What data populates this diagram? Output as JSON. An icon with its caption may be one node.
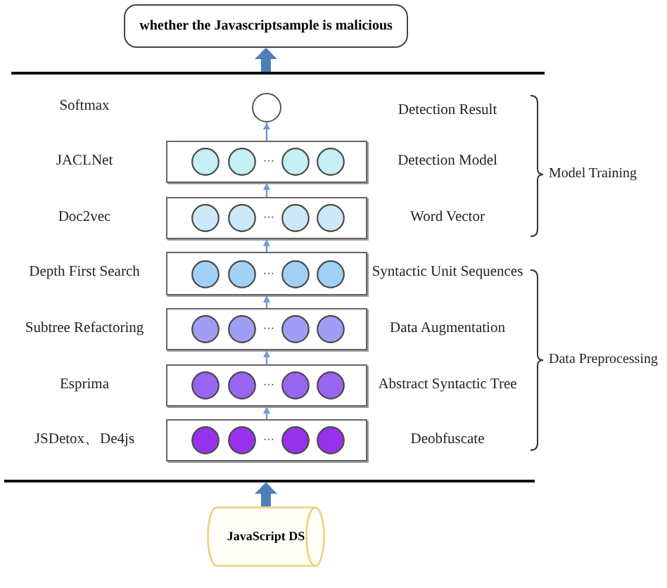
{
  "diagram": {
    "nodes": [
      {
        "text": [
          "whether the Javascriptsample is malicious"
        ]
      },
      {
        "text": [],
        "shape": "bar"
      },
      {
        "text": [],
        "shape": "circle"
      },
      {
        "text": [
          "···"
        ],
        "beside": [
          "JACLNet",
          "Detection Model"
        ]
      },
      {
        "text": [
          "···"
        ],
        "beside": [
          "Doc2vec",
          "Word Vector"
        ]
      },
      {
        "text": [
          "···"
        ],
        "beside": [
          "Depth First Search",
          "Syntactic Unit Sequences"
        ]
      },
      {
        "text": [
          "···"
        ],
        "beside": [
          "Subtree Refactoring",
          "Data Augmentation"
        ]
      },
      {
        "text": [
          "···"
        ],
        "beside": [
          "Esprima",
          "Abstract Syntactic Tree"
        ]
      },
      {
        "text": [
          "···"
        ],
        "beside": [
          "JSDetox、De4js",
          "Deobfuscate"
        ]
      },
      {
        "text": [],
        "shape": "bar"
      },
      {
        "text": [
          "JavaScript DS"
        ]
      }
    ],
    "edges": [
      {
        "from": 10,
        "to": 9,
        "arrow": "to",
        "style": "thick",
        "color": "#4f7fb8"
      },
      {
        "from": 8,
        "to": 7,
        "arrow": "to"
      },
      {
        "from": 7,
        "to": 6,
        "arrow": "to"
      },
      {
        "from": 6,
        "to": 5,
        "arrow": "to"
      },
      {
        "from": 5,
        "to": 4,
        "arrow": "to"
      },
      {
        "from": 4,
        "to": 3,
        "arrow": "to"
      },
      {
        "from": 3,
        "to": 2,
        "arrow": "to"
      },
      {
        "from": 1,
        "to": 0,
        "arrow": "to",
        "style": "thick",
        "color": "#4f7fb8"
      }
    ],
    "labels": [
      "Softmax",
      "Detection Result",
      "Model Training",
      "Data Preprocessing"
    ]
  }
}
